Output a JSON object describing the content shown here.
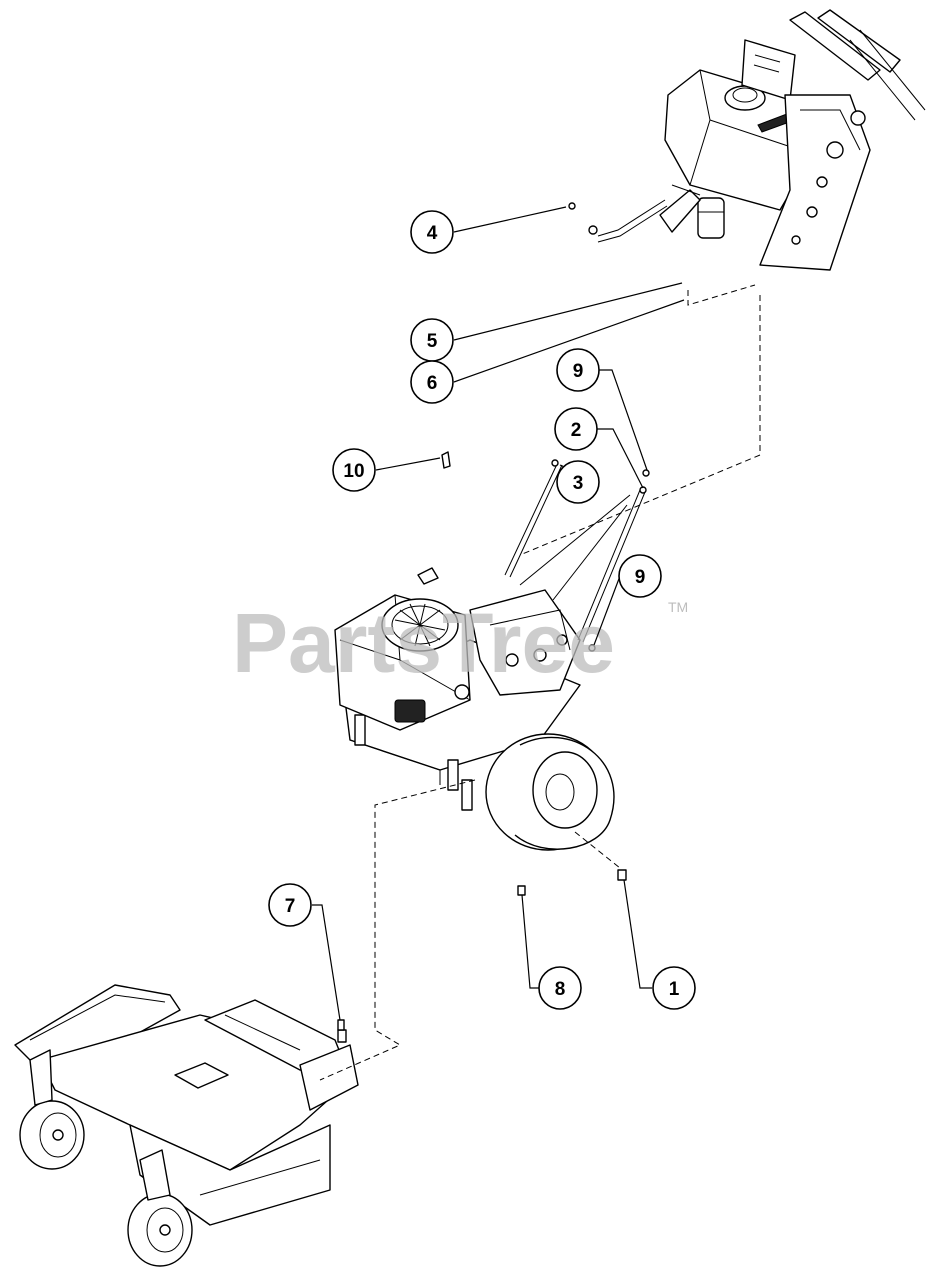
{
  "watermark": {
    "text": "PartsTree",
    "trademark": "TM"
  },
  "callouts": [
    {
      "id": "4",
      "label": "4"
    },
    {
      "id": "5",
      "label": "5"
    },
    {
      "id": "6",
      "label": "6"
    },
    {
      "id": "9a",
      "label": "9"
    },
    {
      "id": "2",
      "label": "2"
    },
    {
      "id": "3",
      "label": "3"
    },
    {
      "id": "10",
      "label": "10"
    },
    {
      "id": "9b",
      "label": "9"
    },
    {
      "id": "7",
      "label": "7"
    },
    {
      "id": "8",
      "label": "8"
    },
    {
      "id": "1",
      "label": "1"
    }
  ],
  "assemblies": [
    {
      "name": "handle-assembly",
      "icon": "handle-assembly-icon"
    },
    {
      "name": "engine-chassis-assembly",
      "icon": "engine-chassis-icon"
    },
    {
      "name": "mower-deck-assembly",
      "icon": "mower-deck-icon"
    }
  ]
}
